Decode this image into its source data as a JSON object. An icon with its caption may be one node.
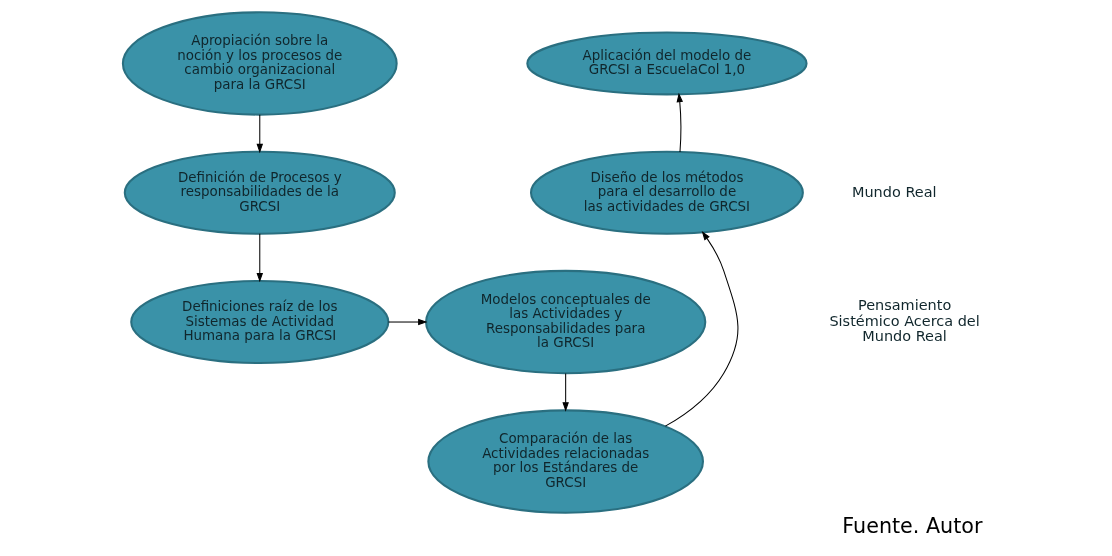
{
  "diagram": {
    "caption": "Fuente. Autor",
    "nodes": [
      {
        "text": [
          "Apropiación sobre la noción y los procesos de cambio organizacional para la GRCSI"
        ]
      },
      {
        "text": [
          "Definición de Procesos y responsabilidades de la GRCSI"
        ]
      },
      {
        "text": [
          "Definiciones raíz de los Sistemas de Actividad Humana para la GRCSI"
        ]
      },
      {
        "text": [
          "Modelos conceptuales de las Actividades y Responsabilidades para la GRCSI"
        ]
      },
      {
        "text": [
          "Comparación de las Actividades relacionadas por los Estándares de GRCSI"
        ]
      },
      {
        "text": [
          "Diseño de los métodos para el desarrollo de las actividades de GRCSI"
        ]
      },
      {
        "text": [
          "Aplicación del modelo de GRCSI a EscuelaCol 1,0"
        ]
      }
    ],
    "edges": [
      {
        "from": 0,
        "to": 1,
        "arrow": "to"
      },
      {
        "from": 1,
        "to": 2,
        "arrow": "to"
      },
      {
        "from": 2,
        "to": 3,
        "arrow": "to"
      },
      {
        "from": 3,
        "to": 4,
        "arrow": "to"
      },
      {
        "from": 4,
        "to": 5,
        "arrow": "to"
      },
      {
        "from": 5,
        "to": 6,
        "arrow": "to"
      }
    ],
    "labels": [
      "Mundo Real",
      "Pensamiento Sistémico Acerca del Mundo Real"
    ]
  }
}
